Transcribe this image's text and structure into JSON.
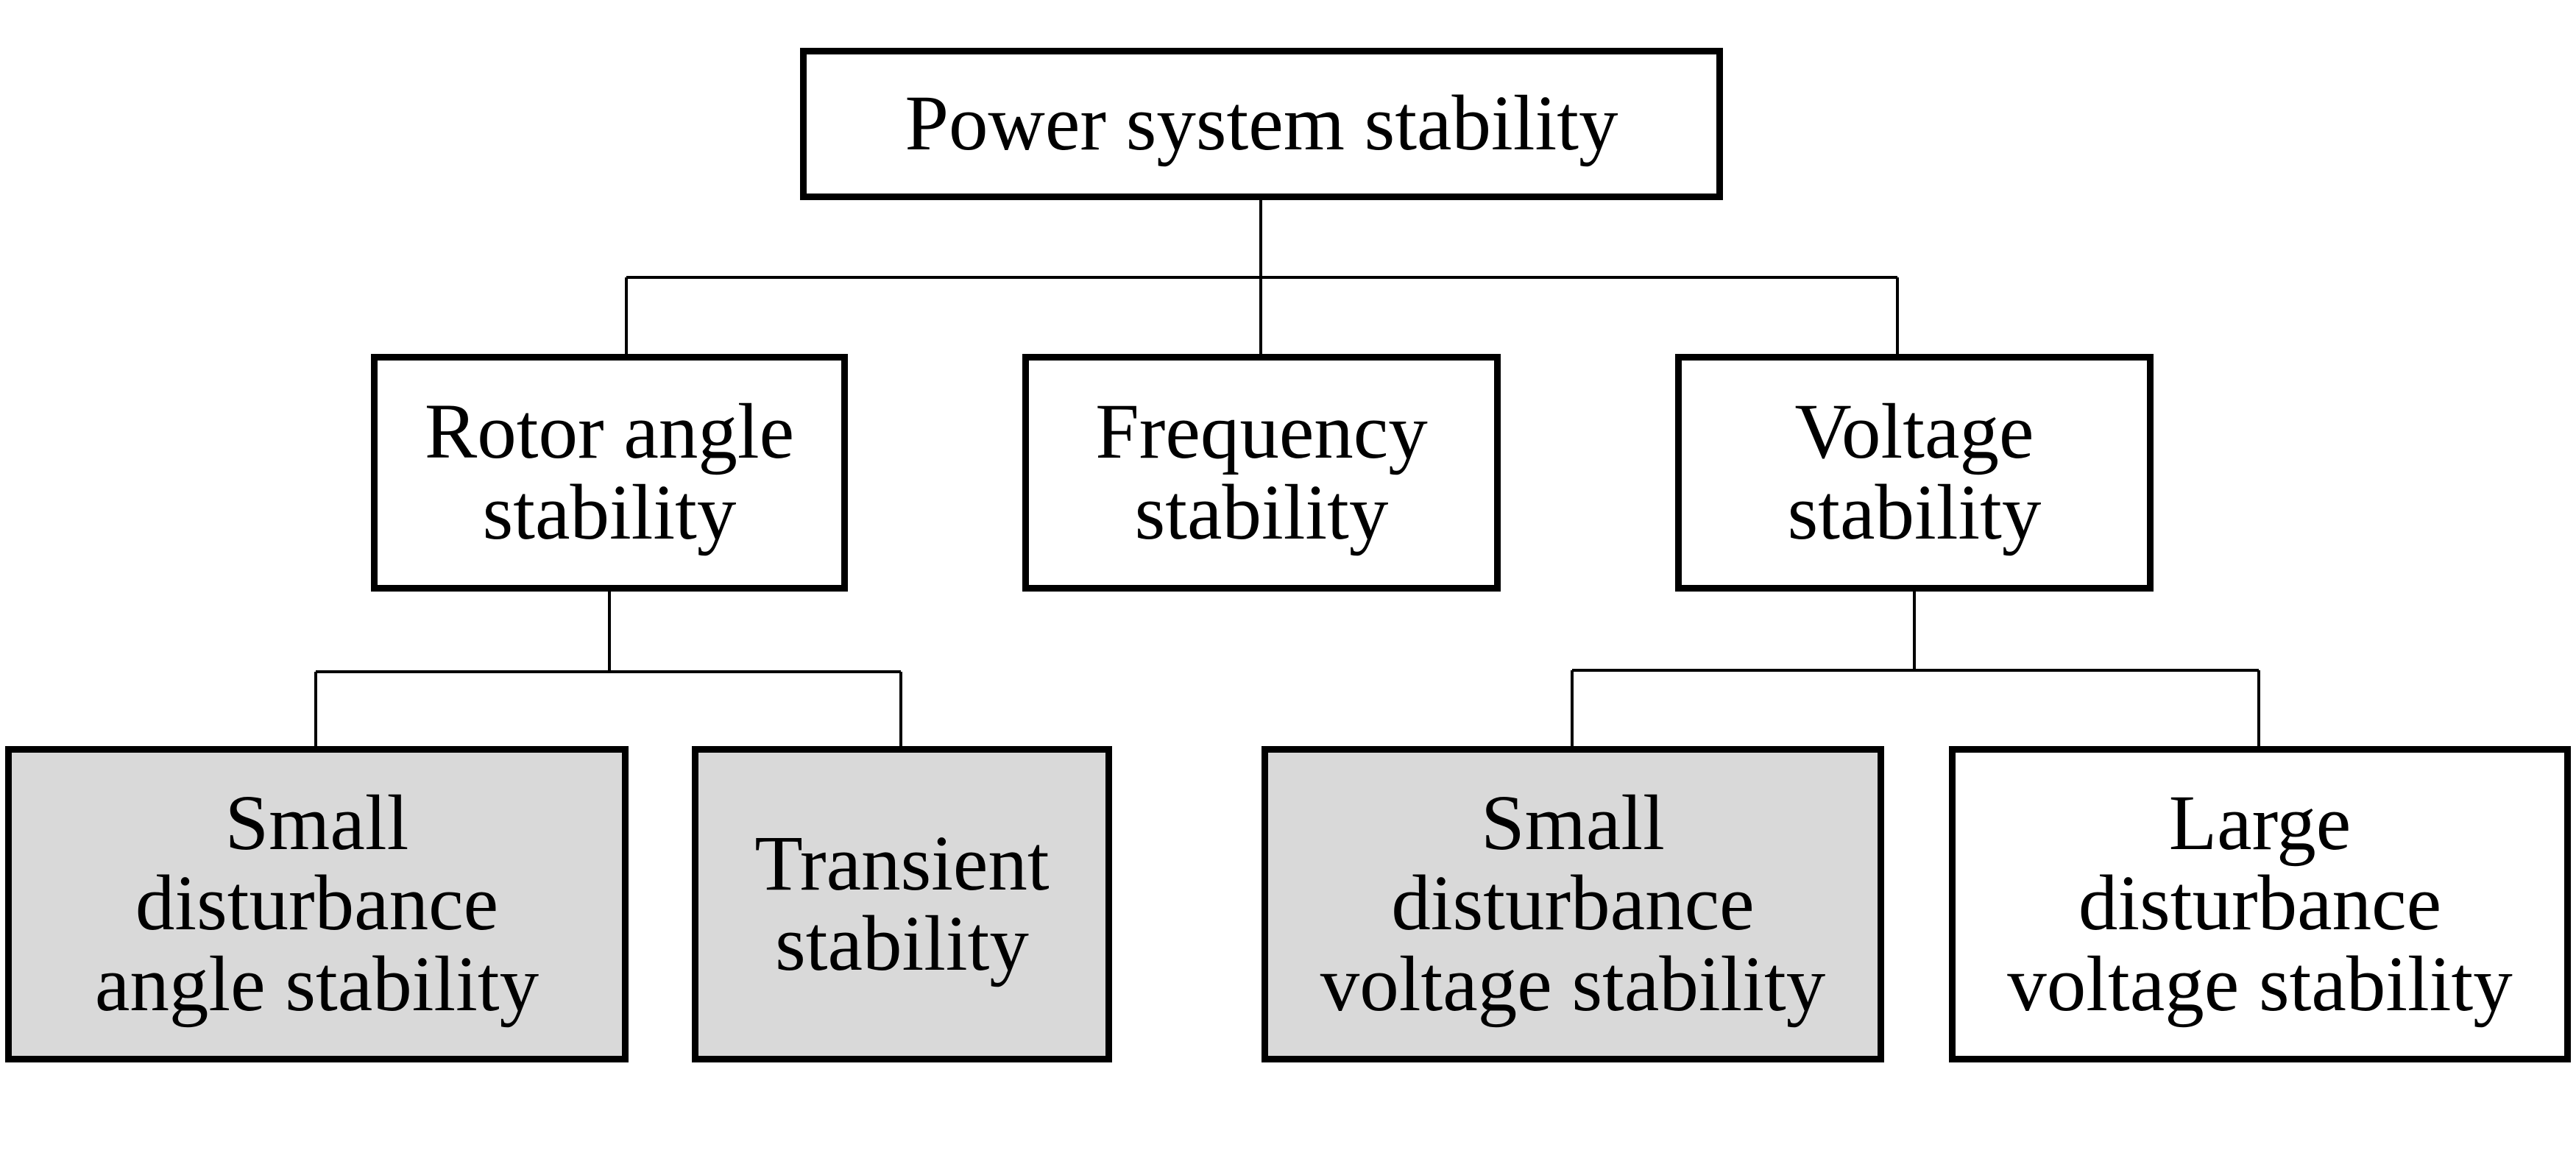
{
  "colors": {
    "border": "#000000",
    "text": "#000000",
    "plain_fill": "#ffffff",
    "highlight_fill": "#d9d9d9",
    "connector": "#000000"
  },
  "nodes": {
    "root": {
      "label": "Power system stability",
      "fill": "#ffffff"
    },
    "rotor_angle": {
      "label": "Rotor angle\nstability",
      "fill": "#ffffff"
    },
    "frequency": {
      "label": "Frequency\nstability",
      "fill": "#ffffff"
    },
    "voltage": {
      "label": "Voltage\nstability",
      "fill": "#ffffff"
    },
    "small_angle": {
      "label": "Small\ndisturbance\nangle stability",
      "fill": "#d9d9d9"
    },
    "transient": {
      "label": "Transient\nstability",
      "fill": "#d9d9d9"
    },
    "small_voltage": {
      "label": "Small\ndisturbance\nvoltage stability",
      "fill": "#d9d9d9"
    },
    "large_voltage": {
      "label": "Large\ndisturbance\nvoltage stability",
      "fill": "#ffffff"
    }
  },
  "edges": [
    {
      "from": "root",
      "to": "rotor_angle"
    },
    {
      "from": "root",
      "to": "frequency"
    },
    {
      "from": "root",
      "to": "voltage"
    },
    {
      "from": "rotor_angle",
      "to": "small_angle"
    },
    {
      "from": "rotor_angle",
      "to": "transient"
    },
    {
      "from": "voltage",
      "to": "small_voltage"
    },
    {
      "from": "voltage",
      "to": "large_voltage"
    }
  ]
}
